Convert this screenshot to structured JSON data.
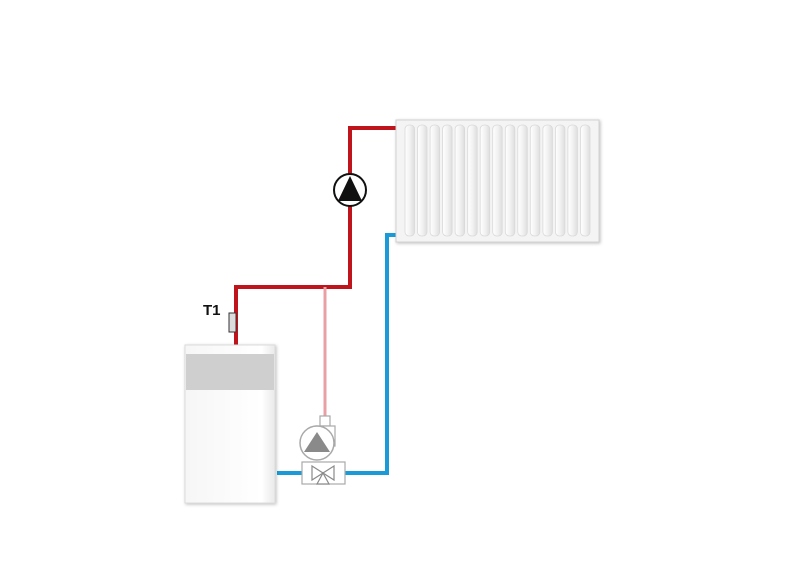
{
  "labels": {
    "sensor": "T1"
  },
  "components": {
    "boiler": "boiler",
    "radiator": "radiator",
    "circulation_pump": "circulation-pump",
    "bypass_pump_valve": "pump-mixing-valve-unit",
    "temperature_sensor": "temperature-sensor"
  },
  "colors": {
    "supply": "#c0141c",
    "return": "#1a9bd7",
    "bypass": "#e8a0a4",
    "radiator_fill": "#f4f4f4",
    "boiler_band": "#cfcfcf"
  }
}
